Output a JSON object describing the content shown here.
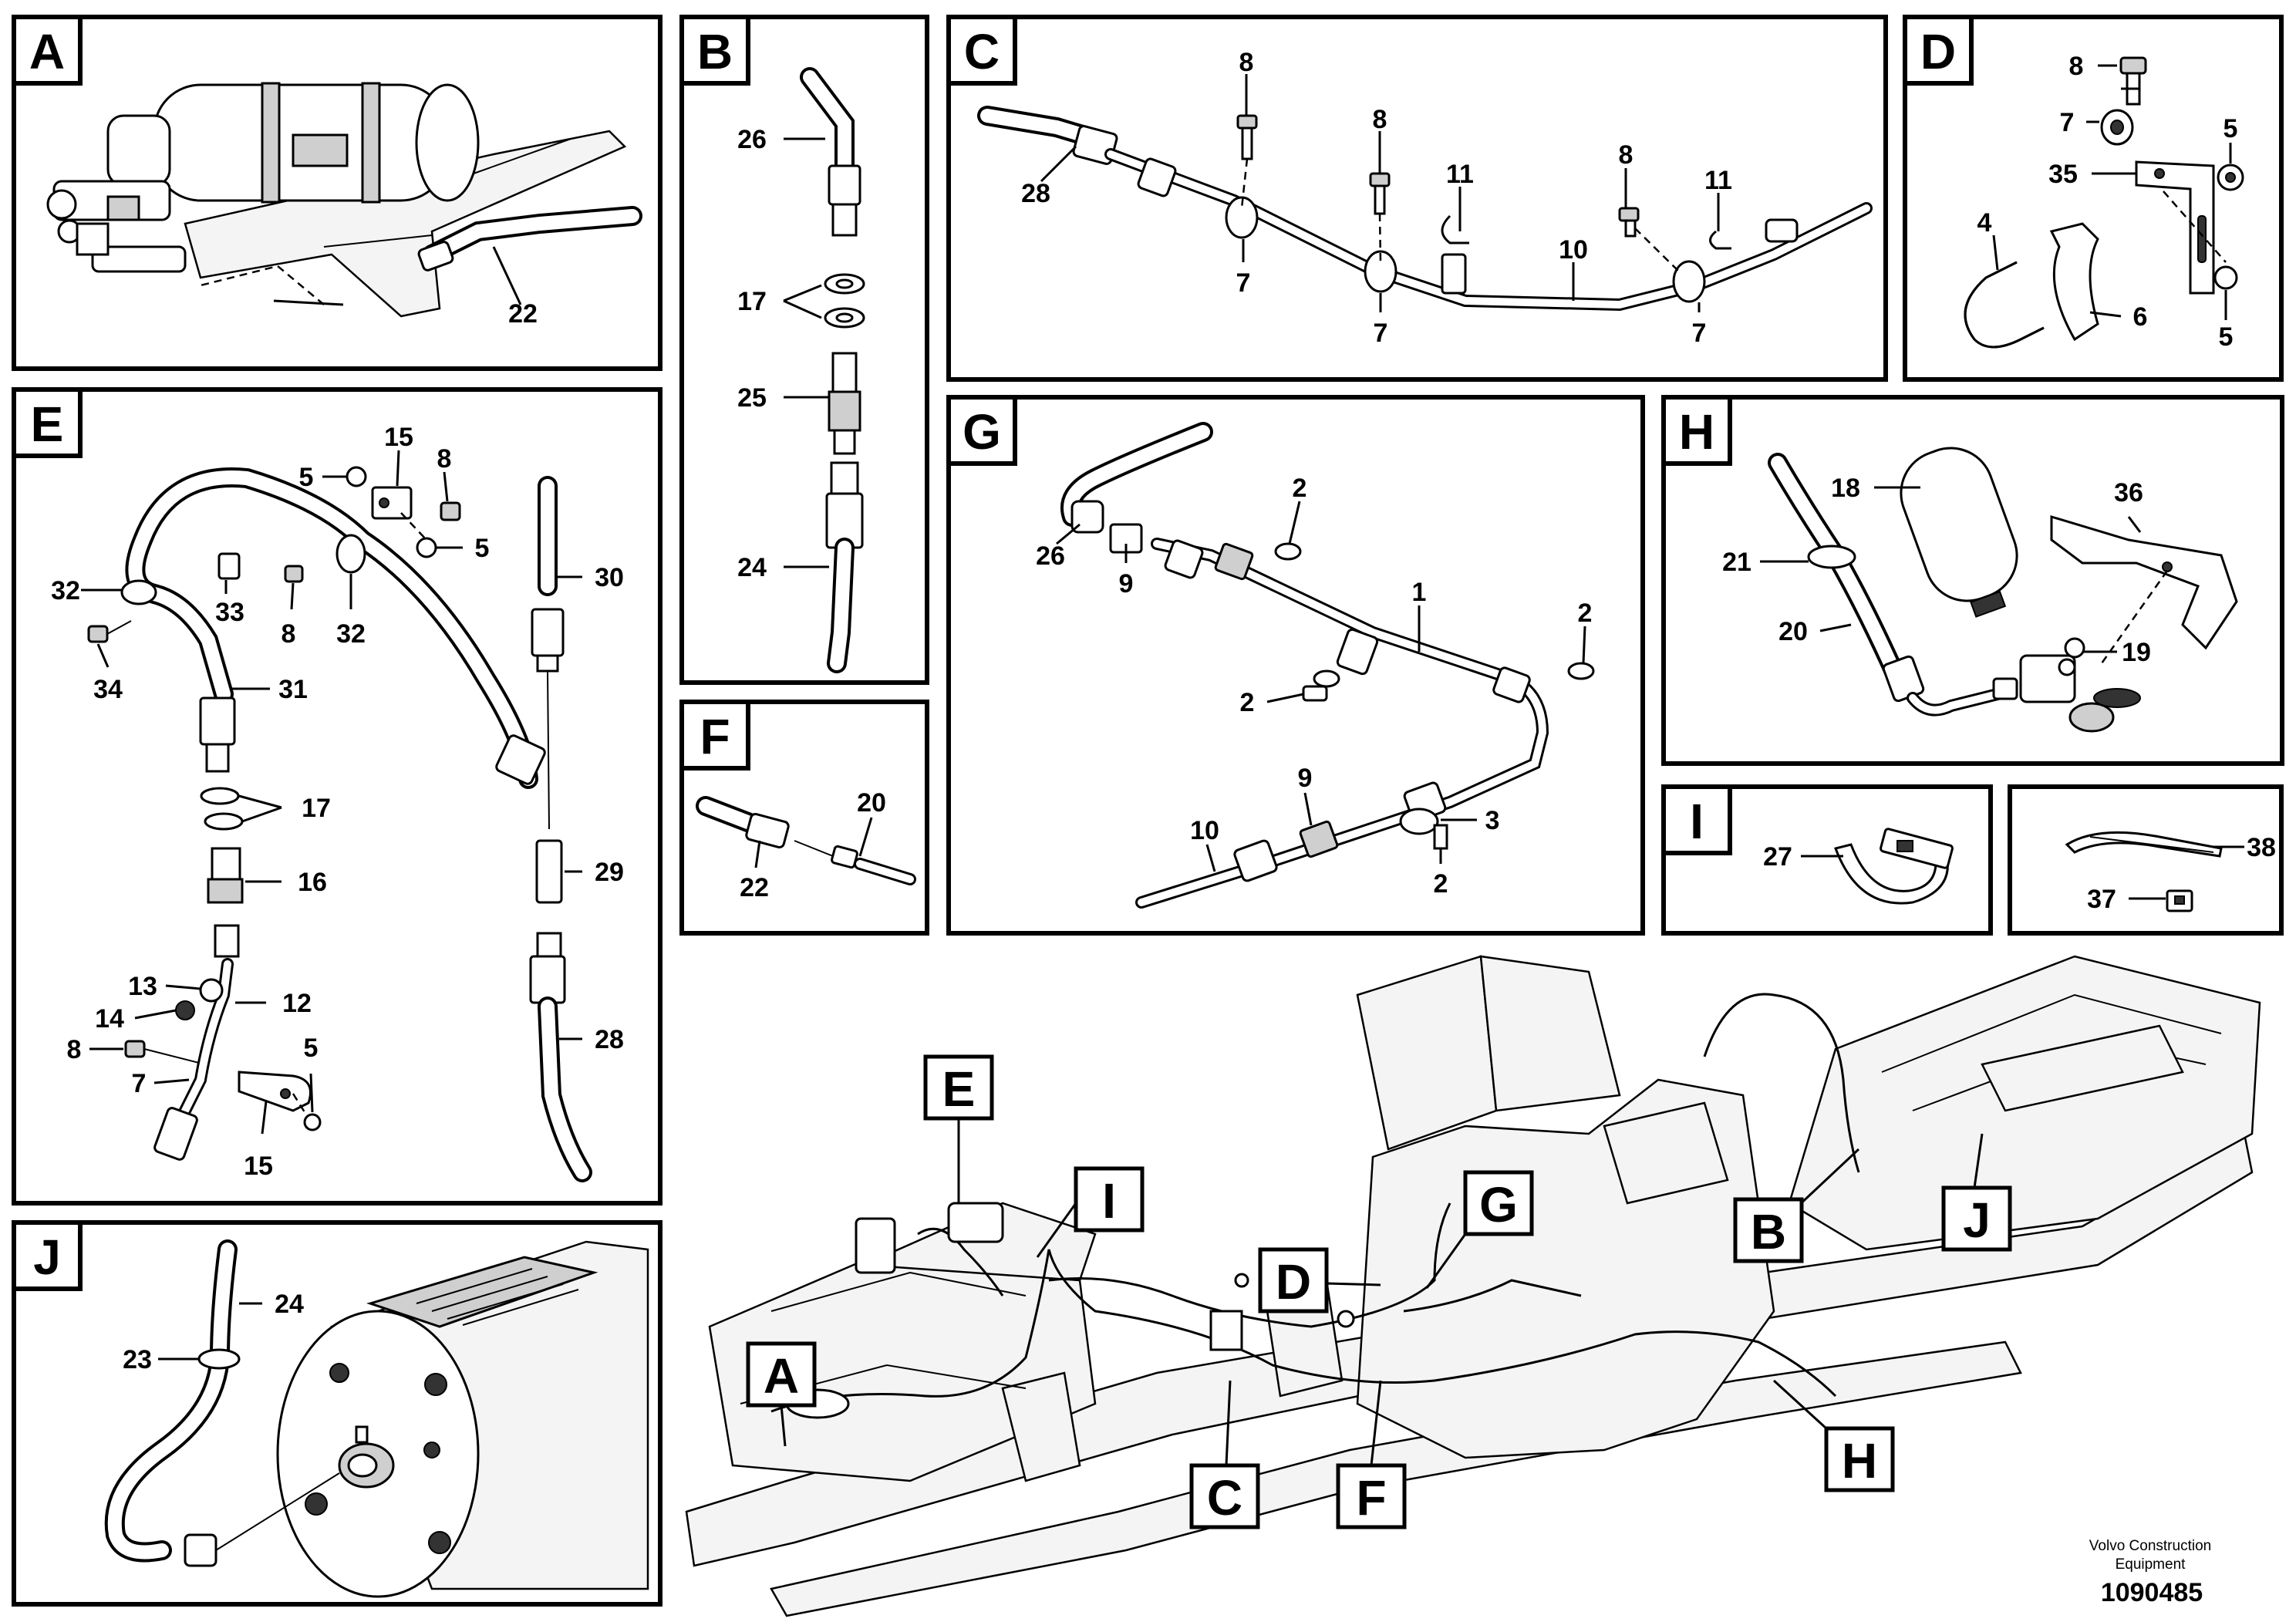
{
  "panels": {
    "A": {
      "tag": "A",
      "labels": [
        "22"
      ]
    },
    "B": {
      "tag": "B",
      "labels": [
        "26",
        "17",
        "25",
        "24"
      ]
    },
    "C": {
      "tag": "C",
      "labels": [
        "8",
        "8",
        "8",
        "28",
        "11",
        "11",
        "10",
        "7",
        "7",
        "7"
      ]
    },
    "D": {
      "tag": "D",
      "labels": [
        "8",
        "7",
        "5",
        "35",
        "4",
        "6",
        "5"
      ]
    },
    "E": {
      "tag": "E",
      "labels": [
        "15",
        "8",
        "5",
        "5",
        "32",
        "33",
        "8",
        "32",
        "34",
        "31",
        "30",
        "17",
        "16",
        "29",
        "13",
        "12",
        "14",
        "8",
        "5",
        "7",
        "15",
        "28"
      ]
    },
    "F": {
      "tag": "F",
      "labels": [
        "20",
        "22"
      ]
    },
    "G": {
      "tag": "G",
      "labels": [
        "2",
        "26",
        "9",
        "1",
        "2",
        "2",
        "9",
        "10",
        "3",
        "2"
      ]
    },
    "H": {
      "tag": "H",
      "labels": [
        "18",
        "36",
        "21",
        "20",
        "19"
      ]
    },
    "I": {
      "tag": "I",
      "labels": [
        "27"
      ]
    },
    "J": {
      "tag": "J",
      "labels": [
        "24",
        "23"
      ]
    },
    "K": {
      "tag": "",
      "labels": [
        "38",
        "37"
      ]
    }
  },
  "overview": {
    "callouts": [
      "E",
      "I",
      "G",
      "D",
      "A",
      "C",
      "F",
      "B",
      "J",
      "H"
    ]
  },
  "footer": {
    "brand_line1": "Volvo Construction",
    "brand_line2": "Equipment",
    "doc_number": "1090485"
  }
}
